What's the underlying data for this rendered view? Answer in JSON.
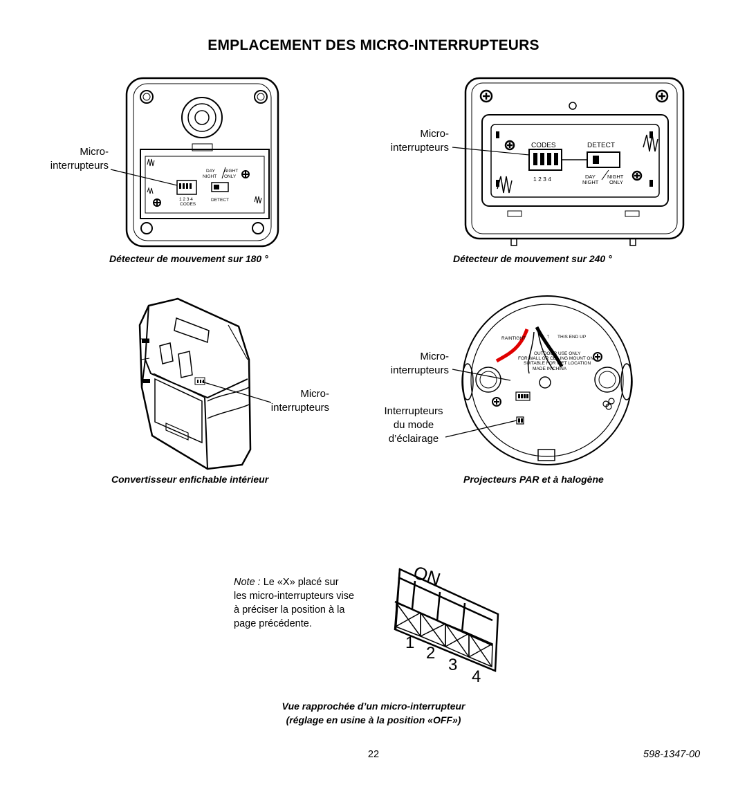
{
  "page_title": "EMPLACEMENT DES MICRO-INTERRUPTEURS",
  "fig180": {
    "caption": "Détecteur de mouvement sur 180 °",
    "label_line1": "Micro-",
    "label_line2": "interrupteurs",
    "day": "DAY",
    "night": "NIGHT",
    "night2": "NIGHT",
    "only": "ONLY",
    "nums": "1 2 3 4",
    "codes": "CODES",
    "detect": "DETECT"
  },
  "fig240": {
    "caption": "Détecteur de mouvement sur 240 °",
    "label_line1": "Micro-",
    "label_line2": "interrupteurs",
    "codes": "CODES",
    "detect": "DETECT",
    "nums": "1  2  3  4",
    "day": "DAY",
    "night": "NIGHT",
    "night2": "NIGHT",
    "only": "ONLY"
  },
  "fig_plugin": {
    "caption": "Convertisseur enfichable intérieur",
    "label_line1": "Micro-",
    "label_line2": "interrupteurs"
  },
  "fig_par": {
    "caption": "Projecteurs PAR et à halogène",
    "label1_line1": "Micro-",
    "label1_line2": "interrupteurs",
    "label2_line1": "Interrupteurs",
    "label2_line2": "du mode",
    "label2_line3": "d’éclairage",
    "raintight": "RAINTIGHT",
    "this_end_up": "THIS END UP",
    "line_a": "OUTDOOR USE ONLY",
    "line_b": "FOR WALL OR CEILING MOUNT ONLY",
    "line_c": "SUITABLE FOR WET LOCATION",
    "line_d": "MADE IN CHINA"
  },
  "closeup": {
    "note_prefix": "Note :",
    "note_rest": " Le «X» placé sur",
    "note_line2": "les micro-interrupteurs vise",
    "note_line3": "à préciser la position à la",
    "note_line4": "page précédente.",
    "on_label": "ON",
    "n1": "1",
    "n2": "2",
    "n3": "3",
    "n4": "4",
    "caption_line1": "Vue rapprochée d’un micro-interrupteur",
    "caption_line2": "(réglage en usine à la position «OFF»)"
  },
  "footer": {
    "page_number": "22",
    "doc_number": "598-1347-00"
  }
}
